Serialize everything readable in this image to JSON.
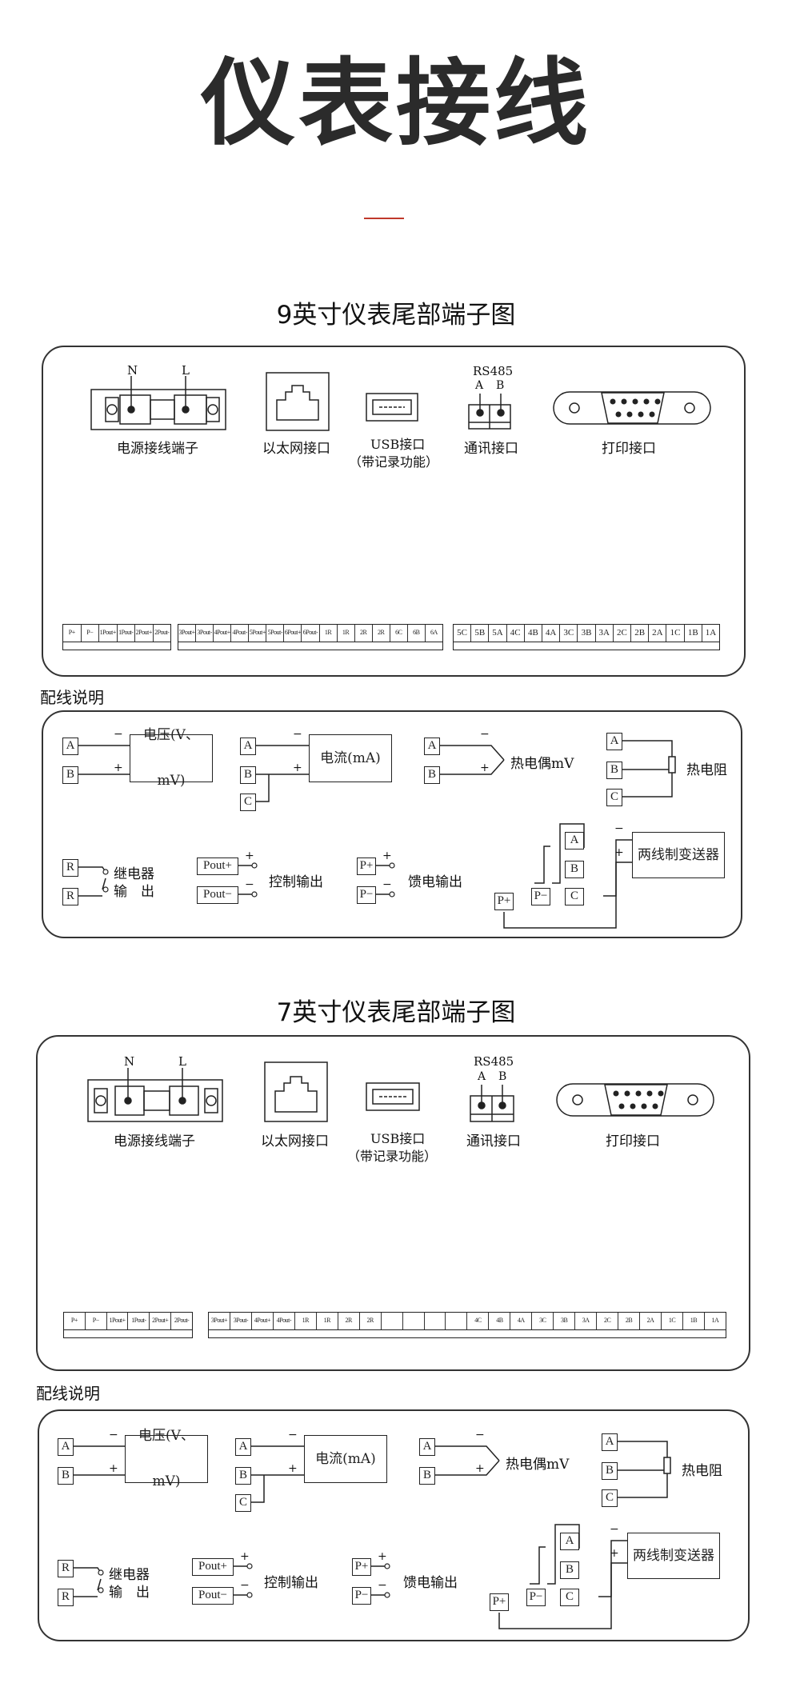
{
  "title": "仪表接线",
  "sections": [
    {
      "heading": "9英寸仪表尾部端子图",
      "ports": {
        "power": "电源接线端子",
        "power_n": "N",
        "power_l": "L",
        "ethernet": "以太网接口",
        "usb": "USB接口",
        "usb_note": "（带记录功能）",
        "comm": "通讯接口",
        "comm_rs": "RS485",
        "comm_a": "A",
        "comm_b": "B",
        "print": "打印接口"
      },
      "terminals": {
        "group1": [
          "P+",
          "P−",
          "1Pout+",
          "1Pout-",
          "2Pout+",
          "2Pout-"
        ],
        "group2": [
          "3Pout+",
          "3Pout-",
          "4Pout+",
          "4Pout-",
          "5Pout+",
          "5Pout-",
          "6Pout+",
          "6Pout-",
          "1R",
          "1R",
          "2R",
          "2R",
          "6C",
          "6B",
          "6A"
        ],
        "group3": [
          "5C",
          "5B",
          "5A",
          "4C",
          "4B",
          "4A",
          "3C",
          "3B",
          "3A",
          "2C",
          "2B",
          "2A",
          "1C",
          "1B",
          "1A"
        ]
      }
    },
    {
      "heading": "7英寸仪表尾部端子图",
      "ports": {
        "power": "电源接线端子",
        "power_n": "N",
        "power_l": "L",
        "ethernet": "以太网接口",
        "usb": "USB接口",
        "usb_note": "（带记录功能）",
        "comm": "通讯接口",
        "comm_rs": "RS485",
        "comm_a": "A",
        "comm_b": "B",
        "print": "打印接口"
      },
      "terminals": {
        "group1": [
          "P+",
          "P−",
          "1Pout+",
          "1Pout-",
          "2Pout+",
          "2Pout-"
        ],
        "group2": [
          "3Pout+",
          "3Pout-",
          "4Pout+",
          "4Pout-",
          "1R",
          "1R",
          "2R",
          "2R",
          "",
          "",
          "",
          "",
          "4C",
          "4B",
          "4A",
          "3C",
          "3B",
          "3A",
          "2C",
          "2B",
          "2A",
          "1C",
          "1B",
          "1A"
        ]
      }
    }
  ],
  "wiring": {
    "heading": "配线说明",
    "voltage": "电压(V、mV)",
    "current": "电流(mA)",
    "thermocouple": "热电偶mV",
    "rtd": "热电阻",
    "relay_1": "继电器",
    "relay_2": "输　出",
    "control": "控制输出",
    "feed": "馈电输出",
    "transmitter": "两线制变送器",
    "a": "A",
    "b": "B",
    "c": "C",
    "r": "R",
    "pout_plus": "Pout+",
    "pout_minus": "Pout−",
    "p_plus": "P+",
    "p_minus": "P−",
    "plus": "+",
    "minus": "−"
  }
}
